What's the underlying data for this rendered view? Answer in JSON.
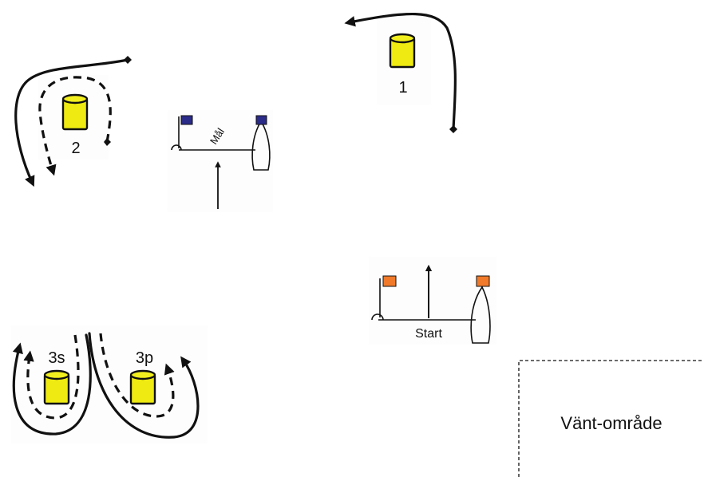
{
  "marks": {
    "mark_1": {
      "label": "1"
    },
    "mark_2": {
      "label": "2"
    },
    "mark_3s": {
      "label": "3s"
    },
    "mark_3p": {
      "label": "3p"
    }
  },
  "finish_line": {
    "label": "Mål",
    "flag_color": "#2b2b8a"
  },
  "start_line": {
    "label": "Start",
    "flag_color": "#f07a2a"
  },
  "waiting_area": {
    "label": "Vänt-område"
  },
  "colors": {
    "buoy": "#eeea12",
    "ink": "#111111"
  }
}
